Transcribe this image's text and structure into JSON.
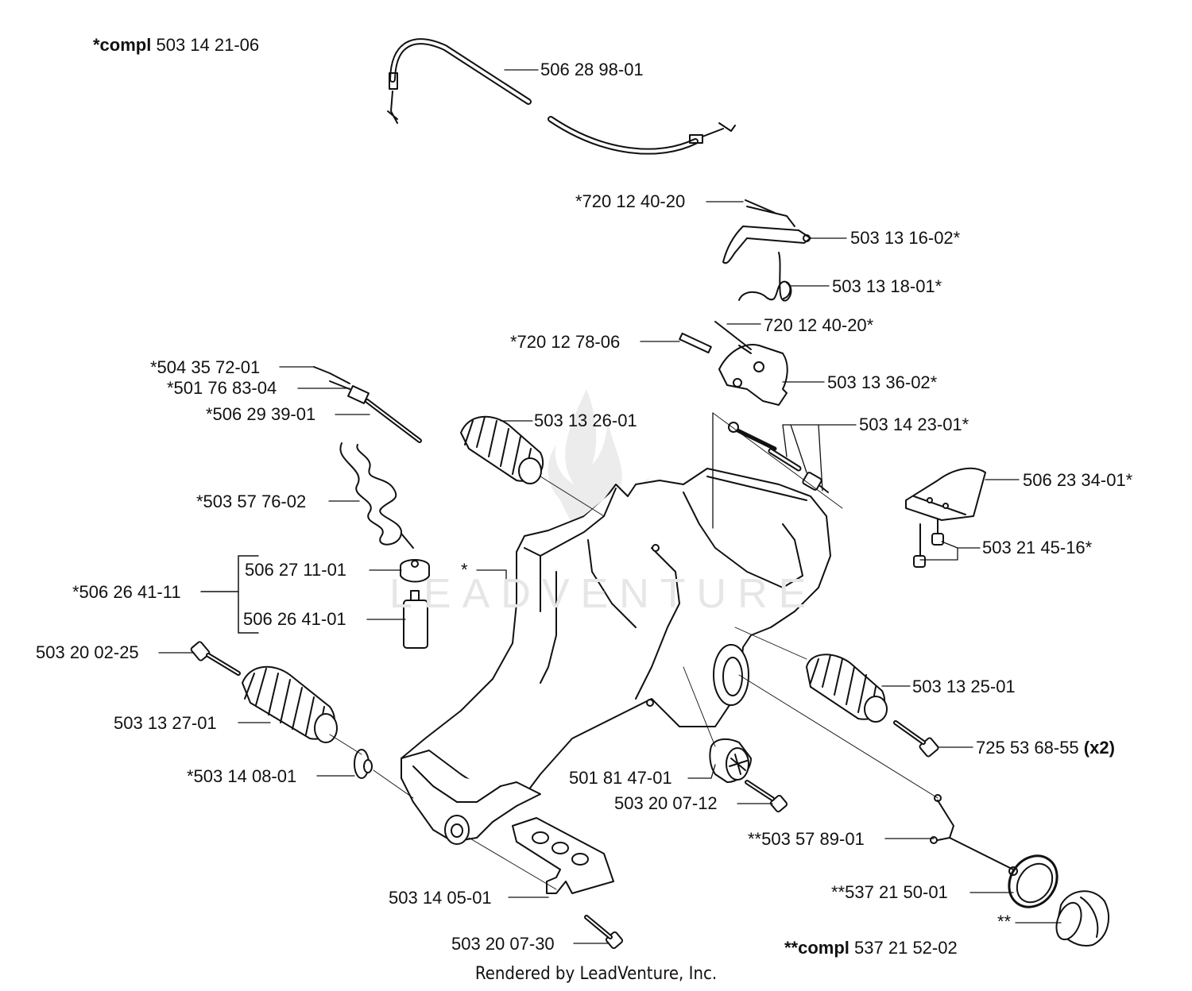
{
  "watermark": "LEADVENTURE",
  "footer": "Rendered by LeadVenture, Inc.",
  "labels": [
    {
      "id": "compl-1",
      "prefix": "*compl",
      "text": "503 14 21-06",
      "suffix": ""
    },
    {
      "id": "p-506-28-98-01",
      "prefix": "",
      "text": "506 28 98-01",
      "suffix": ""
    },
    {
      "id": "p-720-12-40-20a",
      "prefix": "",
      "text": "*720 12 40-20",
      "suffix": ""
    },
    {
      "id": "p-503-13-16-02",
      "prefix": "",
      "text": "503 13 16-02*",
      "suffix": ""
    },
    {
      "id": "p-503-13-18-01",
      "prefix": "",
      "text": "503 13 18-01*",
      "suffix": ""
    },
    {
      "id": "p-720-12-40-20b",
      "prefix": "",
      "text": "720 12 40-20*",
      "suffix": ""
    },
    {
      "id": "p-720-12-78-06",
      "prefix": "",
      "text": "*720 12 78-06",
      "suffix": ""
    },
    {
      "id": "p-503-13-36-02",
      "prefix": "",
      "text": "503 13 36-02*",
      "suffix": ""
    },
    {
      "id": "p-504-35-72-01",
      "prefix": "",
      "text": "*504 35 72-01",
      "suffix": ""
    },
    {
      "id": "p-501-76-83-04",
      "prefix": "",
      "text": "*501 76 83-04",
      "suffix": ""
    },
    {
      "id": "p-506-29-39-01",
      "prefix": "",
      "text": "*506 29 39-01",
      "suffix": ""
    },
    {
      "id": "p-503-13-26-01",
      "prefix": "",
      "text": "503 13 26-01",
      "suffix": ""
    },
    {
      "id": "p-503-14-23-01",
      "prefix": "",
      "text": "503 14 23-01*",
      "suffix": ""
    },
    {
      "id": "p-506-23-34-01",
      "prefix": "",
      "text": "506 23 34-01*",
      "suffix": ""
    },
    {
      "id": "p-503-57-76-02",
      "prefix": "",
      "text": "*503 57 76-02",
      "suffix": ""
    },
    {
      "id": "p-503-21-45-16",
      "prefix": "",
      "text": "503 21 45-16*",
      "suffix": ""
    },
    {
      "id": "p-506-27-11-01",
      "prefix": "",
      "text": "506 27 11-01",
      "suffix": ""
    },
    {
      "id": "p-star",
      "prefix": "",
      "text": "*",
      "suffix": ""
    },
    {
      "id": "p-506-26-41-11",
      "prefix": "",
      "text": "*506 26 41-11",
      "suffix": ""
    },
    {
      "id": "p-506-26-41-01",
      "prefix": "",
      "text": "506 26 41-01",
      "suffix": ""
    },
    {
      "id": "p-503-20-02-25",
      "prefix": "",
      "text": "503 20 02-25",
      "suffix": ""
    },
    {
      "id": "p-503-13-25-01",
      "prefix": "",
      "text": "503 13 25-01",
      "suffix": ""
    },
    {
      "id": "p-503-13-27-01",
      "prefix": "",
      "text": "503 13 27-01",
      "suffix": ""
    },
    {
      "id": "p-725-53-68-55",
      "prefix": "",
      "text": "725 53 68-55",
      "suffix": "(x2)"
    },
    {
      "id": "p-503-14-08-01",
      "prefix": "",
      "text": "*503 14 08-01",
      "suffix": ""
    },
    {
      "id": "p-501-81-47-01",
      "prefix": "",
      "text": "501 81 47-01",
      "suffix": ""
    },
    {
      "id": "p-503-20-07-12",
      "prefix": "",
      "text": "503 20 07-12",
      "suffix": ""
    },
    {
      "id": "p-503-57-89-01",
      "prefix": "",
      "text": "**503 57 89-01",
      "suffix": ""
    },
    {
      "id": "p-503-14-05-01",
      "prefix": "",
      "text": "503 14 05-01",
      "suffix": ""
    },
    {
      "id": "p-537-21-50-01",
      "prefix": "",
      "text": "**537 21 50-01",
      "suffix": ""
    },
    {
      "id": "p-dstar",
      "prefix": "",
      "text": "**",
      "suffix": ""
    },
    {
      "id": "p-503-20-07-30",
      "prefix": "",
      "text": "503 20 07-30",
      "suffix": ""
    },
    {
      "id": "compl-2",
      "prefix": "**compl",
      "text": "537 21 52-02",
      "suffix": ""
    }
  ]
}
